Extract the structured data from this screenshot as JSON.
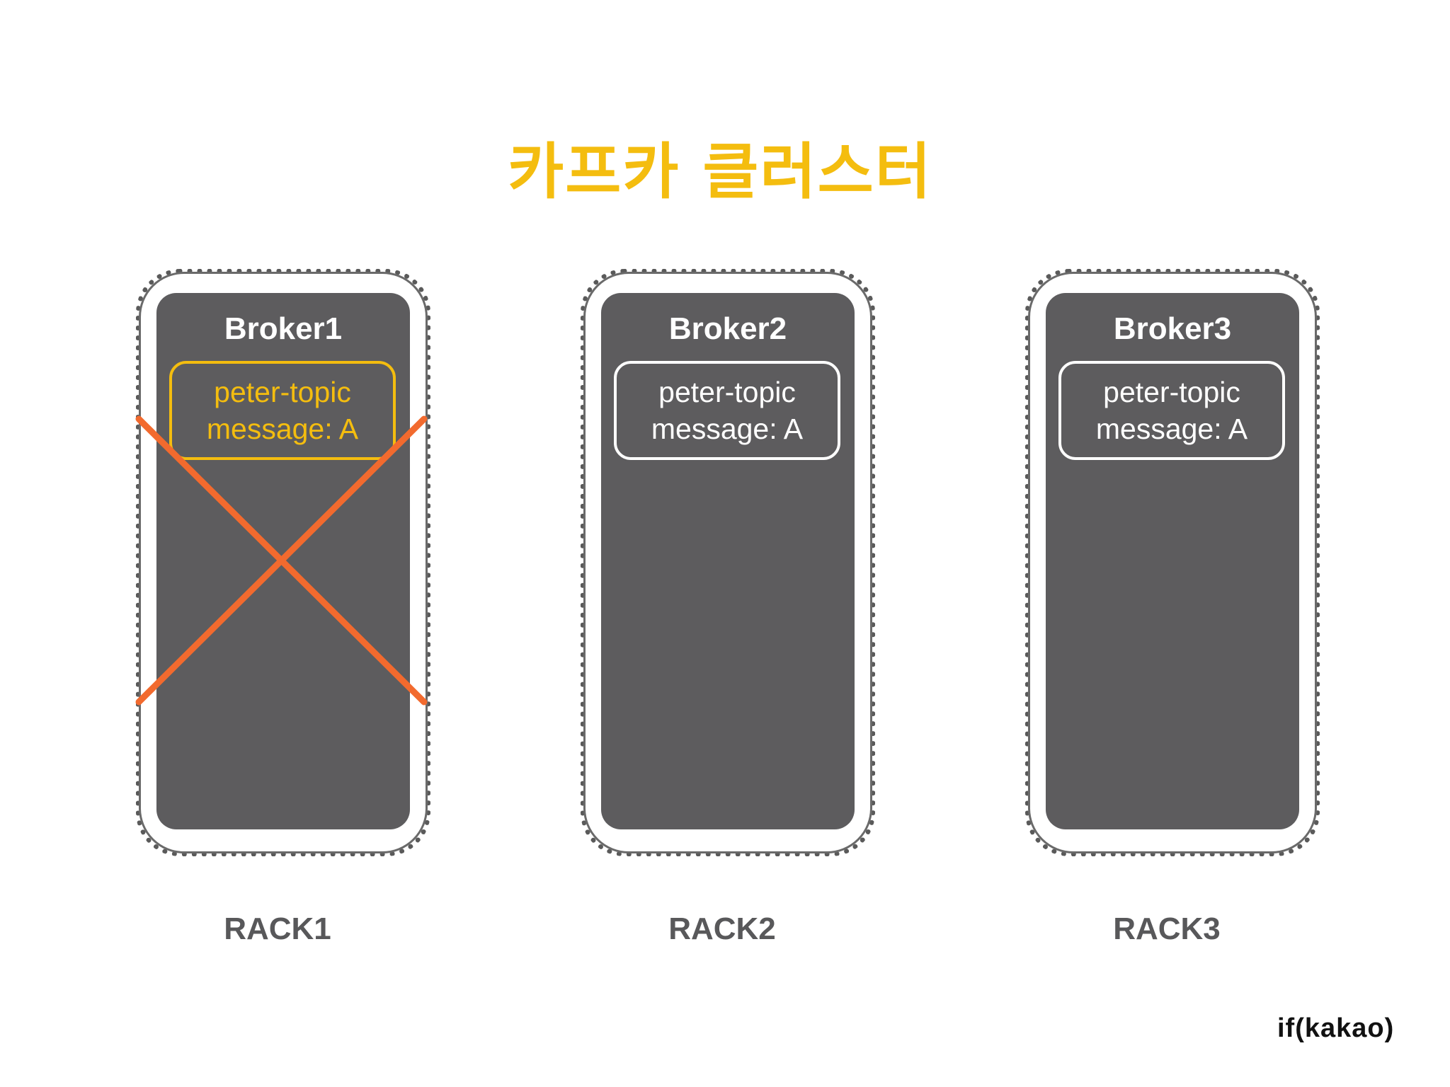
{
  "title": "카프카 클러스터",
  "colors": {
    "accent_yellow": "#f4bd0f",
    "broker_gray": "#5d5c5e",
    "cross_orange": "#f26a2e",
    "label_gray": "#58585a"
  },
  "racks": [
    {
      "label": "RACK1",
      "broker": "Broker1",
      "topic": "peter-topic",
      "message": "message: A",
      "failed": true
    },
    {
      "label": "RACK2",
      "broker": "Broker2",
      "topic": "peter-topic",
      "message": "message: A",
      "failed": false
    },
    {
      "label": "RACK3",
      "broker": "Broker3",
      "topic": "peter-topic",
      "message": "message: A",
      "failed": false
    }
  ],
  "logo": "if(kakao)"
}
